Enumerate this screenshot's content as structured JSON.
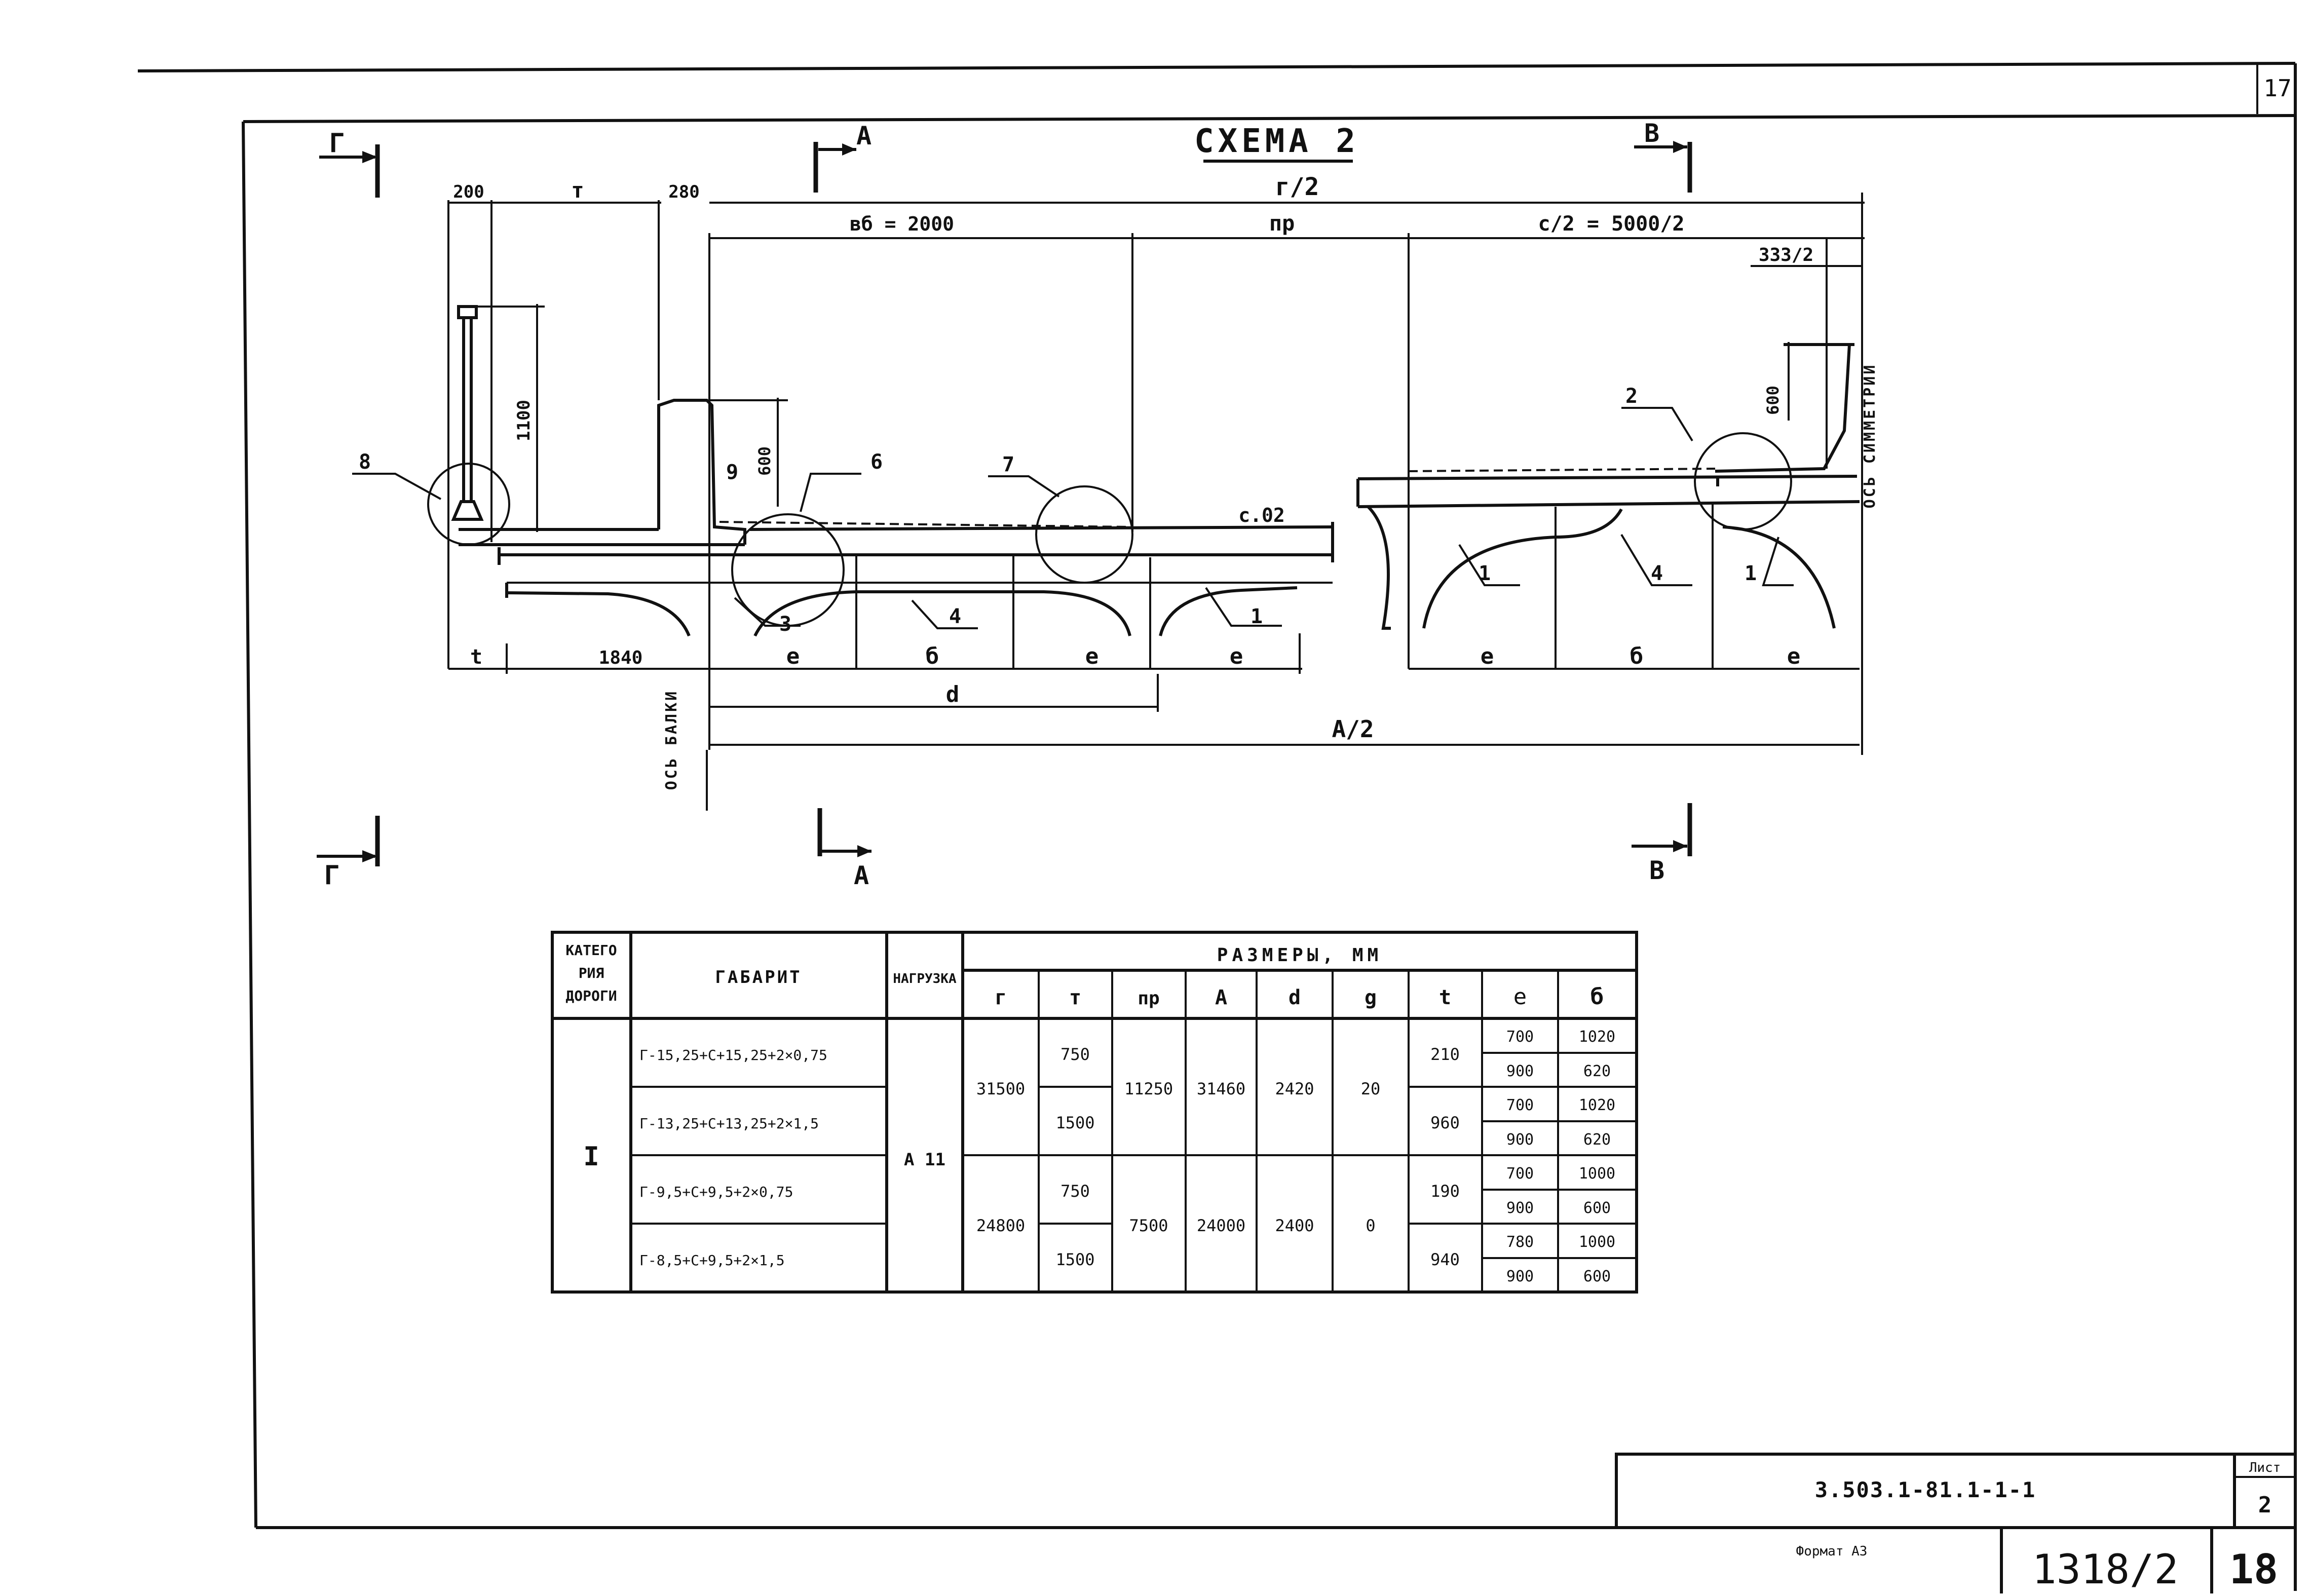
{
  "sheet": {
    "corner_number": "17",
    "title": "СХЕМА 2",
    "format_label": "Формат А3",
    "doc_code": "3.503.1-81.1-1-1",
    "sheet_label": "Лист",
    "sheet_no": "2",
    "archive_no": "1318/2",
    "archive_sheet": "18"
  },
  "sections": {
    "g": "Г",
    "a": "А",
    "v": "В"
  },
  "dims": {
    "top_200": "200",
    "top_t": "т",
    "top_280": "280",
    "half_g": "г/2",
    "vb": "вб = 2000",
    "pr": "пр",
    "c_half": "с/2 = 5000/2",
    "h_1100": "1100",
    "h_600": "600",
    "h_9": "9",
    "slope": "с.02",
    "h_600b": "600",
    "k_half": "ЗЗЗ/2",
    "bot_t": "t",
    "bot_1840": "1840",
    "e1": "е",
    "b1": "б",
    "e2": "е",
    "e3": "е",
    "d": "d",
    "A_half": "A/2",
    "e4": "е",
    "b2": "б",
    "e5": "е"
  },
  "axes": {
    "beam_axis": "ОСЬ БАЛКИ",
    "sym_axis": "ОСЬ СИММЕТРИИ"
  },
  "callouts": [
    "8",
    "6",
    "7",
    "3",
    "4",
    "1",
    "2",
    "1",
    "4",
    "1"
  ],
  "table": {
    "headers": {
      "category": [
        "КАТЕГО",
        "РИЯ",
        "ДОРОГИ"
      ],
      "gabarit": "ГАБАРИТ",
      "load": "НАГРУЗКА",
      "sizes": "РАЗМЕРЫ, ММ",
      "sub": [
        "г",
        "т",
        "пр",
        "А",
        "d",
        "g",
        "t",
        "е",
        "б"
      ]
    },
    "category_value": "I",
    "load_value": "А 11",
    "gabarits": [
      "Г-15,25+С+15,25+2×0,75",
      "Г-13,25+С+13,25+2×1,5",
      "Г-9,5+С+9,5+2×0,75",
      "Г-8,5+С+9,5+2×1,5"
    ],
    "g_values": [
      "31500",
      "24800"
    ],
    "t_values": [
      "750",
      "1500",
      "750",
      "1500"
    ],
    "pr_values": [
      "11250",
      "7500"
    ],
    "A_values": [
      "31460",
      "24000"
    ],
    "d_values": [
      "2420",
      "2400"
    ],
    "g2_values": [
      "20",
      "0"
    ],
    "t2_values": [
      "210",
      "960",
      "190",
      "940"
    ],
    "e_values": [
      "700",
      "900",
      "700",
      "900",
      "700",
      "900",
      "780",
      "900"
    ],
    "b_values": [
      "1020",
      "620",
      "1020",
      "620",
      "1000",
      "600",
      "1000",
      "600"
    ]
  }
}
